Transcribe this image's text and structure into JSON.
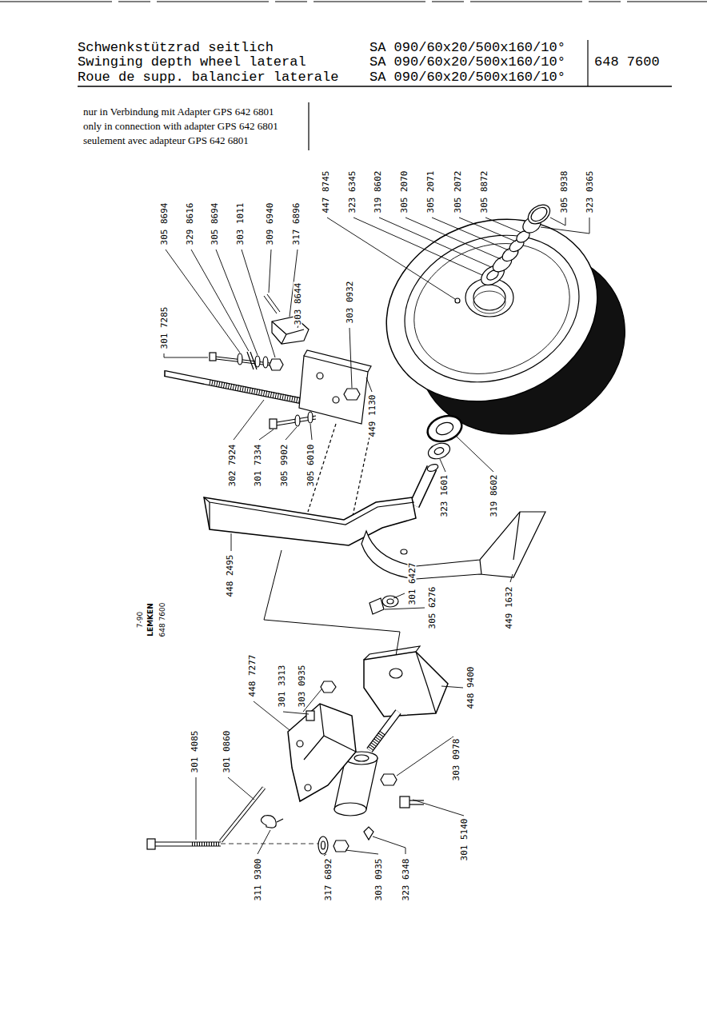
{
  "diagram": {
    "title": "Schwenkstützrad seitlich",
    "labels": [
      "Swinging depth wheel lateral",
      "Roue de supp. balancier laterale",
      "SA 090/60x20/500x160/10°",
      "SA 090/60x20/500x160/10°",
      "SA 090/60x20/500x160/10°",
      "648 7600",
      "nur in Verbindung mit Adapter GPS 642 6801",
      "only in connection with adapter GPS 642 6801",
      "seulement avec adapteur GPS 642 6801",
      "305 8694",
      "329 8616",
      "305 8694",
      "303 1011",
      "309 6940",
      "317 6896",
      "301 7285",
      "303 8644",
      "303 0932",
      "447 8745",
      "323 6345",
      "319 8602",
      "305 2070",
      "305 2071",
      "305 2072",
      "305 8872",
      "305 8938",
      "323 0365",
      "302 7924",
      "301 7334",
      "305 9902",
      "305 6010",
      "449 1130",
      "323 1601",
      "319 8602",
      "448 2495",
      "301 6427",
      "305 6276",
      "449 1632",
      "7-90",
      "LEMKEN",
      "648 7600",
      "448 7277",
      "301 3313",
      "303 0935",
      "301 4085",
      "301 0860",
      "448 9400",
      "303 0978",
      "301 5140",
      "311 9300",
      "317 6892",
      "303 0935",
      "323 6348"
    ]
  }
}
